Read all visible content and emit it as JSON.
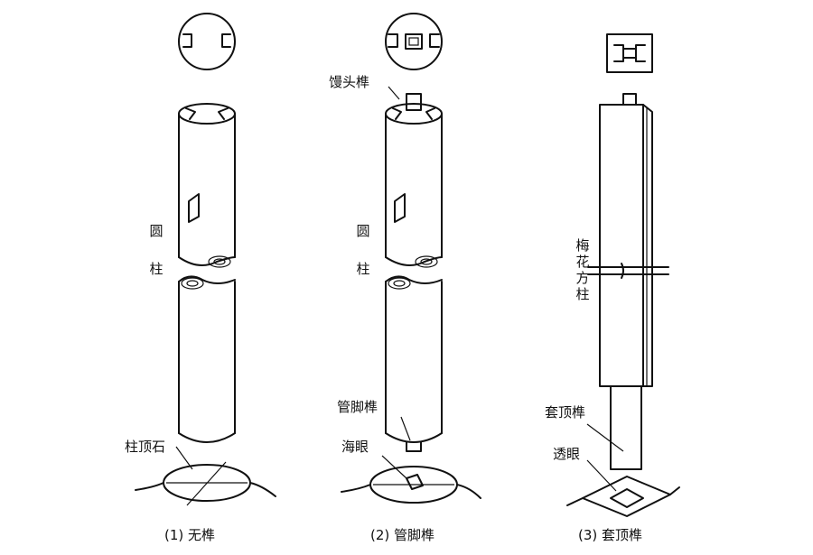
{
  "figures": [
    {
      "caption": "(1) 无榫",
      "labels": {
        "column_vertical": [
          "圆",
          "柱"
        ],
        "base_stone": "柱顶石"
      }
    },
    {
      "caption": "(2) 管脚榫",
      "labels": {
        "top_tenon": "馒头榫",
        "column_vertical": [
          "圆",
          "柱"
        ],
        "foot_tenon": "管脚榫",
        "sea_eye": "海眼"
      }
    },
    {
      "caption": "(3) 套顶榫",
      "labels": {
        "column_vertical": [
          "梅",
          "花",
          "方",
          "柱"
        ],
        "through_tenon": "套顶榫",
        "through_eye": "透眼"
      }
    }
  ]
}
